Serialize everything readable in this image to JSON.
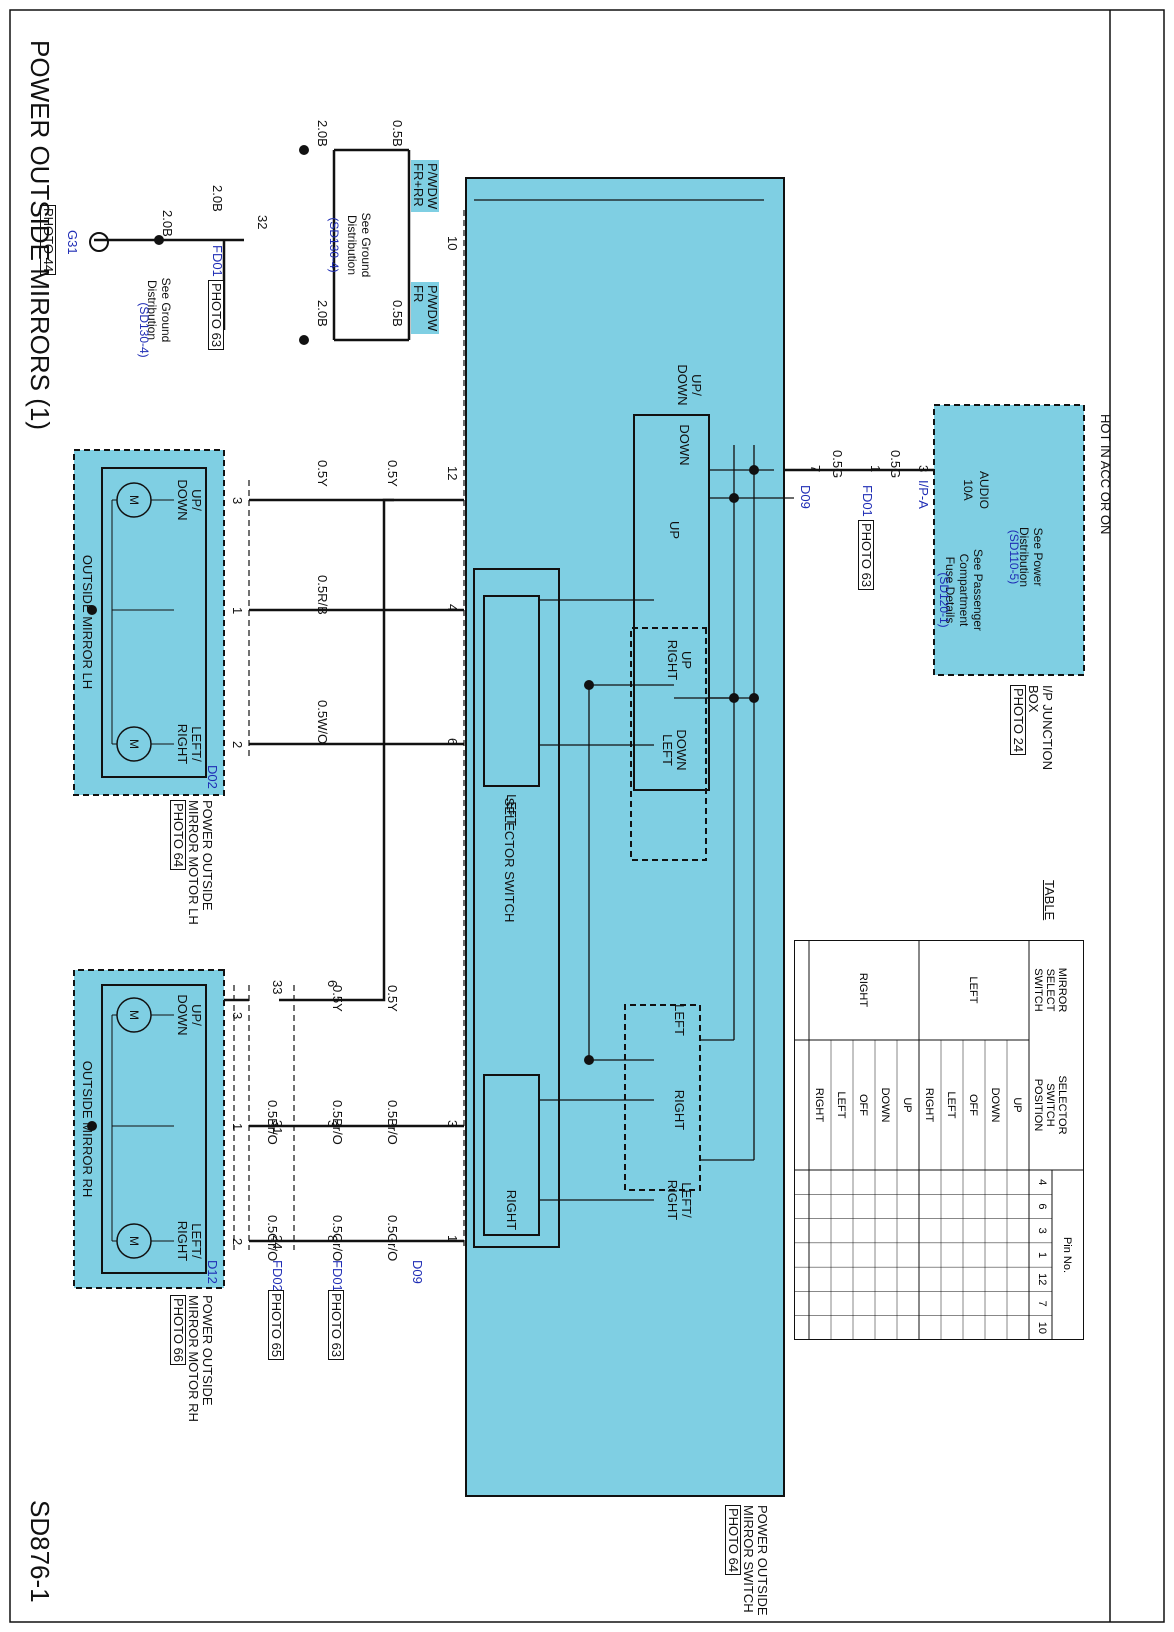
{
  "header": {
    "title": "POWER OUTSIDE MIRRORS (1)",
    "code": "SD876-1"
  },
  "junction_box": {
    "hot_label": "HOT IN ACC OR ON",
    "see_power": "See Power\nDistribution",
    "see_power_ref": "(SD110-5)",
    "fuse_name": "AUDIO",
    "fuse_amp": "10A",
    "see_fuse": "See Passenger\nCompartment\nFuse Details",
    "see_fuse_ref": "(SD120-1)",
    "name": "I/P JUNCTION\nBOX",
    "photo": "PHOTO 24",
    "pin": "3",
    "connector": "I/P-A"
  },
  "wires": {
    "g05a": "0.5G",
    "g05b": "0.5G",
    "y_lh_top": "0.5Y",
    "y_lh": "0.5Y",
    "rb_lh": "0.5R/B",
    "wo_lh": "0.5W/O",
    "y_rh1": "0.5Y",
    "y_rh2": "0.5Y",
    "bro_rh1": "0.5Br/O",
    "bro_rh2": "0.5Br/O",
    "bro_rh3": "0.5Br/O",
    "gro_rh1": "0.5Gr/O",
    "gro_rh2": "0.5Gr/O",
    "gro_rh3": "0.5Gr/O",
    "b05a": "0.5B",
    "b05b": "0.5B",
    "b20a": "2.0B",
    "b20b": "2.0B",
    "b20c": "2.0B",
    "b20d": "2.0B"
  },
  "connectors": {
    "fd01_pin1": "1",
    "fd01_a": "FD01",
    "fd01_a_photo": "PHOTO 63",
    "d09_pin7": "7",
    "d09_a": "D09",
    "fd01_pin32": "32",
    "fd01_b": "FD01",
    "fd01_b_photo": "PHOTO 63",
    "d02": "D02",
    "d12": "D12",
    "fd02": "FD02",
    "fd02_photo": "PHOTO 65",
    "fd01_c": "FD01",
    "fd01_c_photo": "PHOTO 63",
    "d09_b": "D09",
    "lh_pin3": "3",
    "lh_pin1": "1",
    "lh_pin2": "2",
    "rh_pin3": "3",
    "rh_pin1": "1",
    "rh_pin2": "2",
    "fd02_pin33": "33",
    "fd02_pin31": "31",
    "fd02_pin24": "24",
    "fd01_pin6": "6",
    "fd01_pin3": "3",
    "fd01_pin8": "8"
  },
  "switch": {
    "pin10": "10",
    "pin12": "12",
    "pin4": "4",
    "pin6": "6",
    "pin3": "3",
    "pin1": "1",
    "updown_label": "UP/\nDOWN",
    "down": "DOWN",
    "up": "UP",
    "up_right": "UP\nRIGHT",
    "down_left": "DOWN\nLEFT",
    "left": "LEFT",
    "right": "RIGHT",
    "leftright": "LEFT/\nRIGHT",
    "selector": "SELECTOR SWITCH",
    "sel_left": "LEFT",
    "sel_right": "RIGHT",
    "pw_tag1": "P/WDW\nFR+RR",
    "pw_tag2": "P/WDW\nFR",
    "name": "POWER OUTSIDE\nMIRROR SWITCH",
    "photo": "PHOTO 64"
  },
  "ground": {
    "see_ground_a": "See Ground\nDistribution",
    "see_ground_a_ref": "(SD130-4)",
    "see_ground_b": "See Ground\nDistribution",
    "see_ground_b_ref": "(SD130-4)",
    "g31": "G31",
    "photo": "PHOTO 44"
  },
  "mirror_lh": {
    "name": "OUTSIDE MIRROR LH",
    "updown": "UP/\nDOWN",
    "leftright": "LEFT/\nRIGHT",
    "motor": "M",
    "title": "POWER OUTSIDE\nMIRROR MOTOR LH",
    "photo": "PHOTO 64"
  },
  "mirror_rh": {
    "name": "OUTSIDE MIRROR RH",
    "updown": "UP/\nDOWN",
    "leftright": "LEFT/\nRIGHT",
    "motor": "M",
    "title": "POWER OUTSIDE\nMIRROR MOTOR RH",
    "photo": "PHOTO 66"
  },
  "table": {
    "caption": "TABLE",
    "col_mirror": "MIRROR\nSELECT\nSWITCH",
    "col_selector": "SELECTOR\nSWITCH\nPOSITION",
    "col_position": "POSITION",
    "col_pin": "Pin No.",
    "pins": [
      "4",
      "6",
      "3",
      "1",
      "12",
      "7",
      "10"
    ],
    "groups": [
      {
        "name": "LEFT",
        "rows": [
          "UP",
          "DOWN",
          "OFF",
          "LEFT",
          "RIGHT"
        ]
      },
      {
        "name": "RIGHT",
        "rows": [
          "UP",
          "DOWN",
          "OFF",
          "LEFT",
          "RIGHT"
        ]
      }
    ]
  },
  "colors": {
    "cyan": "#7fcfe3",
    "line": "#111111",
    "ref_blue": "#1f2db5"
  }
}
